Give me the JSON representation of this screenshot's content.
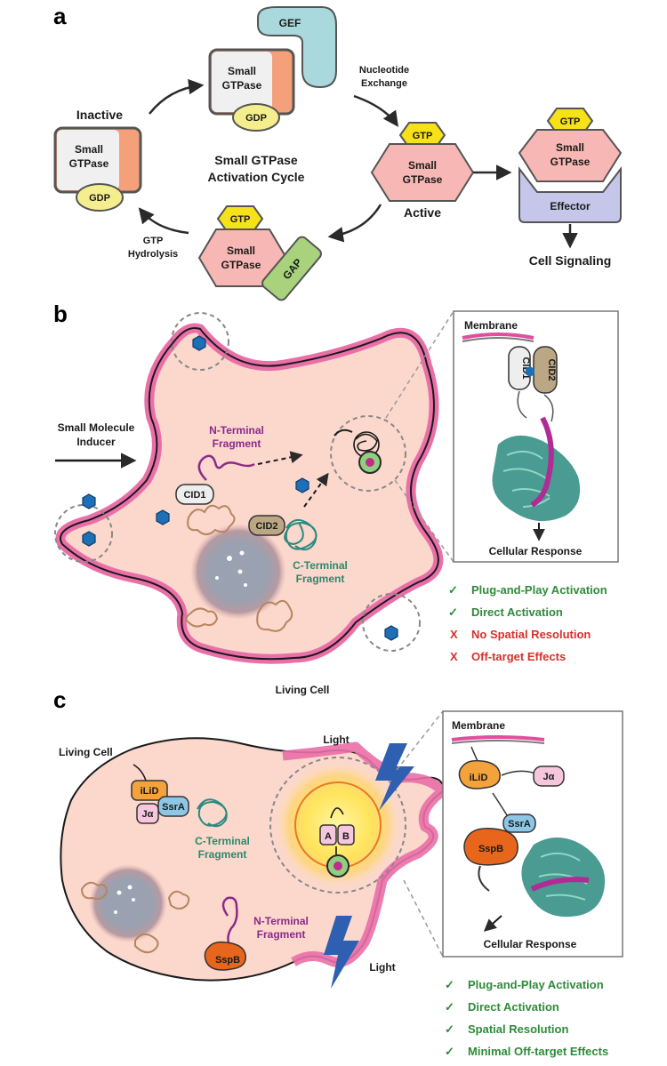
{
  "panels": {
    "a": {
      "letter": "a",
      "title_line1": "Small GTPase",
      "title_line2": "Activation Cycle",
      "inactive": "Inactive",
      "active": "Active",
      "gef": "GEF",
      "gap": "GAP",
      "gdp": "GDP",
      "gtp": "GTP",
      "small": "Small",
      "gtpase": "GTPase",
      "nucleotide_exchange_1": "Nucleotide",
      "nucleotide_exchange_2": "Exchange",
      "gtp_hydrolysis_1": "GTP",
      "gtp_hydrolysis_2": "Hydrolysis",
      "effector": "Effector",
      "cell_signaling": "Cell Signaling"
    },
    "b": {
      "letter": "b",
      "inducer_1": "Small Molecule",
      "inducer_2": "Inducer",
      "n_term_1": "N-Terminal",
      "n_term_2": "Fragment",
      "c_term_1": "C-Terminal",
      "c_term_2": "Fragment",
      "cid1": "CID1",
      "cid2": "CID2",
      "living_cell": "Living Cell",
      "membrane": "Membrane",
      "cellular_response": "Cellular Response",
      "features": [
        {
          "mark": "✓",
          "text": "Plug-and-Play Activation",
          "kind": "pro"
        },
        {
          "mark": "✓",
          "text": "Direct Activation",
          "kind": "pro"
        },
        {
          "mark": "X",
          "text": "No Spatial Resolution",
          "kind": "con"
        },
        {
          "mark": "X",
          "text": "Off-target Effects",
          "kind": "con"
        }
      ]
    },
    "c": {
      "letter": "c",
      "living_cell": "Living Cell",
      "light": "Light",
      "ilid": "iLiD",
      "ja": "Jα",
      "ssra": "SsrA",
      "sspb": "SspB",
      "a": "A",
      "b": "B",
      "c_term_1": "C-Terminal",
      "c_term_2": "Fragment",
      "n_term_1": "N-Terminal",
      "n_term_2": "Fragment",
      "membrane": "Membrane",
      "cellular_response": "Cellular Response",
      "features": [
        {
          "mark": "✓",
          "text": "Plug-and-Play Activation"
        },
        {
          "mark": "✓",
          "text": "Direct Activation"
        },
        {
          "mark": "✓",
          "text": "Spatial Resolution"
        },
        {
          "mark": "✓",
          "text": "Minimal Off-target Effects"
        }
      ]
    }
  },
  "colors": {
    "gtpase_inactive_fill": "#f0f0f0",
    "gtpase_inactive_accent": "#f4a07a",
    "gtpase_active": "#f7b7b4",
    "gef": "#a9d9dc",
    "gap": "#a8d37c",
    "gtp": "#f7e21a",
    "gdp": "#f5ee8e",
    "effector": "#c5c6ea",
    "cell_fill": "#fbd7cc",
    "membrane": "#ea6fa9",
    "nucleus": "#9aa1b0",
    "green": "#2e8b3a",
    "red": "#d7302b",
    "teal": "#2a8a7e",
    "purple": "#8b2a8b",
    "sspb": "#e8661b",
    "ilid": "#f4a23c"
  }
}
